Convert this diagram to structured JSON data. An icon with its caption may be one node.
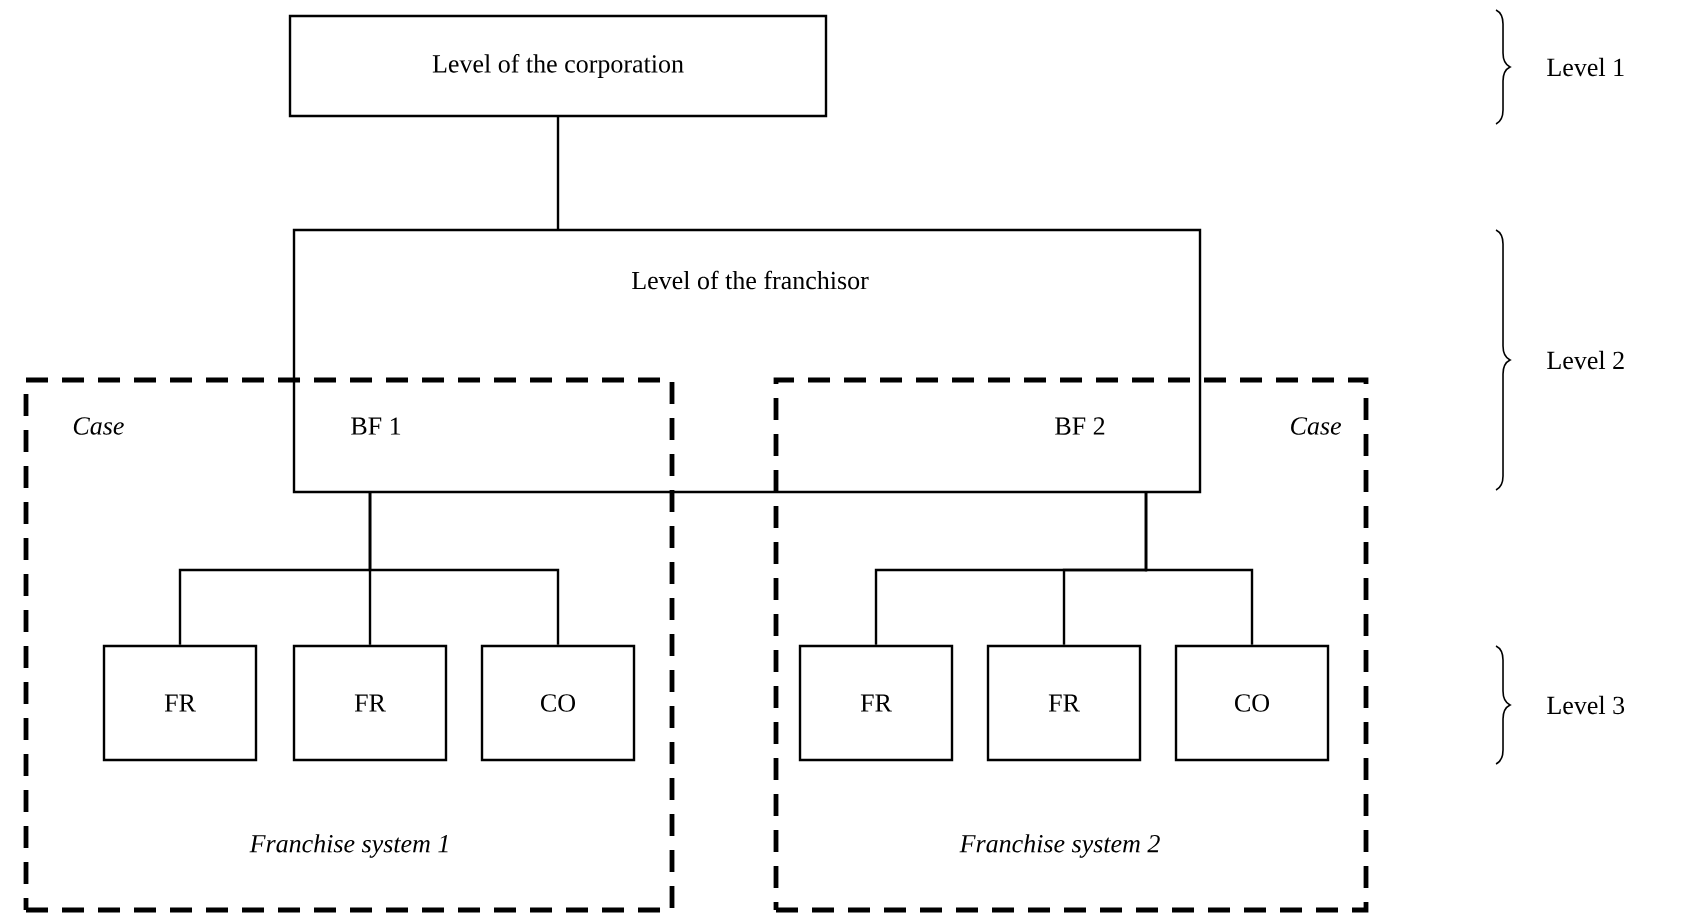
{
  "diagram": {
    "nodes": [
      {
        "text": [
          "Level of the corporation"
        ]
      },
      {
        "text": [
          "Level of the franchisor",
          "BF 1",
          "BF 2"
        ]
      },
      {
        "text": [
          "Case",
          "Franchise system 1"
        ]
      },
      {
        "text": [
          "Case",
          "Franchise system 2"
        ]
      },
      {
        "text": [
          "FR"
        ],
        "in": 2
      },
      {
        "text": [
          "FR"
        ],
        "in": 2
      },
      {
        "text": [
          "CO"
        ],
        "in": 2
      },
      {
        "text": [
          "FR"
        ],
        "in": 3
      },
      {
        "text": [
          "FR"
        ],
        "in": 3
      },
      {
        "text": [
          "CO"
        ],
        "in": 3
      }
    ],
    "edges": [
      {
        "from": 0,
        "to": 1,
        "arrow": "none"
      },
      {
        "from": 1,
        "to": 4,
        "arrow": "none"
      },
      {
        "from": 1,
        "to": 5,
        "arrow": "none"
      },
      {
        "from": 1,
        "to": 6,
        "arrow": "none"
      },
      {
        "from": 1,
        "to": 7,
        "arrow": "none"
      },
      {
        "from": 1,
        "to": 8,
        "arrow": "none"
      },
      {
        "from": 1,
        "to": 9,
        "arrow": "none"
      }
    ],
    "labels": [
      "Level 1",
      "Level 2",
      "Level 3"
    ]
  }
}
